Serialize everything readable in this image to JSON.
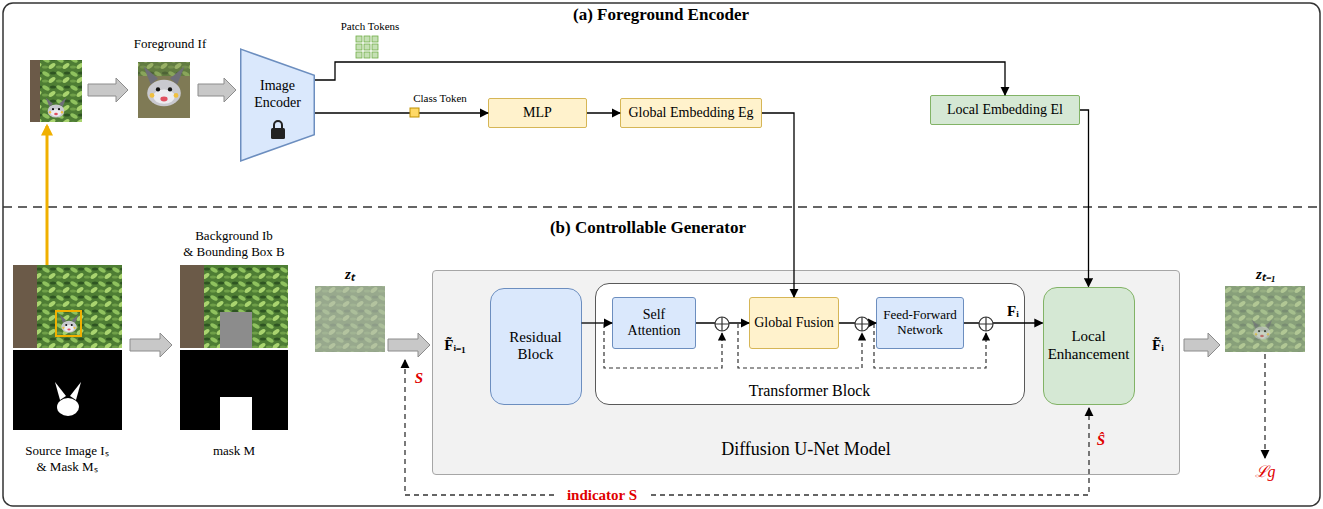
{
  "diagram": {
    "nodes": [
      {
        "text": [
          "Image Encoder"
        ]
      },
      {
        "text": [
          "MLP"
        ]
      },
      {
        "text": [
          "Global Embedding Eg"
        ]
      },
      {
        "text": [
          "Local Embedding El"
        ]
      },
      {
        "text": [
          "Diffusion U-Net Model"
        ]
      },
      {
        "text": [
          "Residual Block"
        ],
        "in": 4
      },
      {
        "text": [
          "Transformer Block"
        ],
        "in": 4
      },
      {
        "text": [
          "Self Attention"
        ],
        "in": 6
      },
      {
        "text": [
          "Global Fusion"
        ],
        "in": 6
      },
      {
        "text": [
          "Feed-Forward Network"
        ],
        "in": 6
      },
      {
        "text": [
          "Local Enhancement"
        ],
        "in": 4
      }
    ],
    "edges": [
      {
        "from": 0,
        "to": 1,
        "arrow": "to"
      },
      {
        "from": 1,
        "to": 2,
        "arrow": "to"
      },
      {
        "from": 2,
        "to": 8,
        "arrow": "to"
      },
      {
        "from": 0,
        "to": 3,
        "arrow": "to"
      },
      {
        "from": 3,
        "to": 10,
        "arrow": "to"
      },
      {
        "from": 5,
        "to": 7,
        "arrow": "to"
      },
      {
        "from": 7,
        "to": 8,
        "arrow": "to"
      },
      {
        "from": 8,
        "to": 9,
        "arrow": "to"
      },
      {
        "from": 9,
        "to": 10,
        "arrow": "to"
      }
    ],
    "labels": [
      "(a) Foreground Encoder",
      "Patch Tokens",
      "Foreground If",
      "Class Token",
      "(b) Controllable Generator",
      "Background Ib",
      "& Bounding Box B",
      "zₜ",
      "F̃ᵢ₋₁",
      "S",
      "Fᵢ",
      "F̃ᵢ",
      "zₜ₋₁",
      "Source Image Iₛ",
      "& Mask Mₛ",
      "mask M",
      "Ŝ",
      "indicator S",
      "ℒg"
    ]
  }
}
